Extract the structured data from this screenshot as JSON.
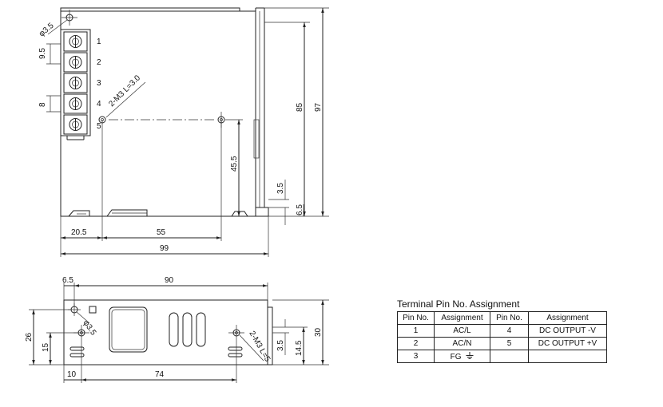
{
  "top_view": {
    "dims": {
      "hole_dia": "φ3.5",
      "pitch": "9.5",
      "terminal_width": "8",
      "mount_holes": "2-M3 L=3.0",
      "height_inner": "85",
      "height_outer": "97",
      "hole_to_bottom": "45.5",
      "bottom_3_5": "3.5",
      "bottom_6_5": "6.5",
      "left_20_5": "20.5",
      "span_55": "55",
      "width_99": "99"
    },
    "pins": [
      "1",
      "2",
      "3",
      "4",
      "5"
    ]
  },
  "side_view": {
    "dims": {
      "top_6_5": "6.5",
      "top_90": "90",
      "hole_dia": "φ3.5",
      "mount_holes": "2-M3 L=5",
      "height_26": "26",
      "height_15": "15",
      "height_30": "30",
      "height_14_5": "14.5",
      "height_3_5": "3.5",
      "bottom_10": "10",
      "bottom_74": "74"
    }
  },
  "pin_table": {
    "title": "Terminal Pin No.  Assignment",
    "headers": [
      "Pin No.",
      "Assignment",
      "Pin No.",
      "Assignment"
    ],
    "rows": [
      [
        "1",
        "AC/L",
        "4",
        "DC OUTPUT -V"
      ],
      [
        "2",
        "AC/N",
        "5",
        "DC OUTPUT +V"
      ],
      [
        "3",
        "FG",
        "",
        ""
      ]
    ],
    "ground_icon": "ground-symbol-icon"
  }
}
